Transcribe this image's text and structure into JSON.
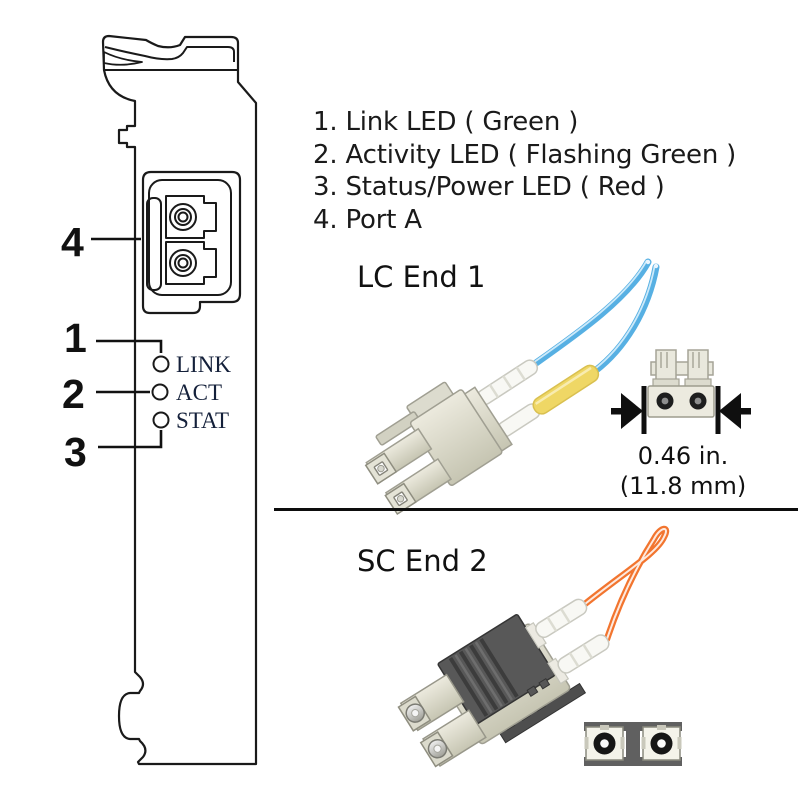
{
  "bracket": {
    "callouts": [
      "1",
      "2",
      "3",
      "4"
    ],
    "led_labels": [
      "LINK",
      "ACT",
      "STAT"
    ]
  },
  "legend": {
    "items": [
      "1. Link LED ( Green )",
      "2. Activity LED ( Flashing Green )",
      "3. Status/Power LED ( Red )",
      "4. Port A"
    ]
  },
  "lc": {
    "heading": "LC End 1",
    "dimension": {
      "inches": "0.46 in.",
      "millimeters": "(11.8 mm)"
    }
  },
  "sc": {
    "heading": "SC End 2"
  },
  "colors": {
    "outline": "#1a1a1a",
    "fiber_blue": "#57b0e3",
    "fiber_blue_highlight": "#cdeafa",
    "fiber_orange": "#f2752f",
    "boot_yellow": "#efd765",
    "connector_beige": "#e3e2d5",
    "sc_housing_gray": "#585858",
    "divider": "#0d0d0d"
  }
}
